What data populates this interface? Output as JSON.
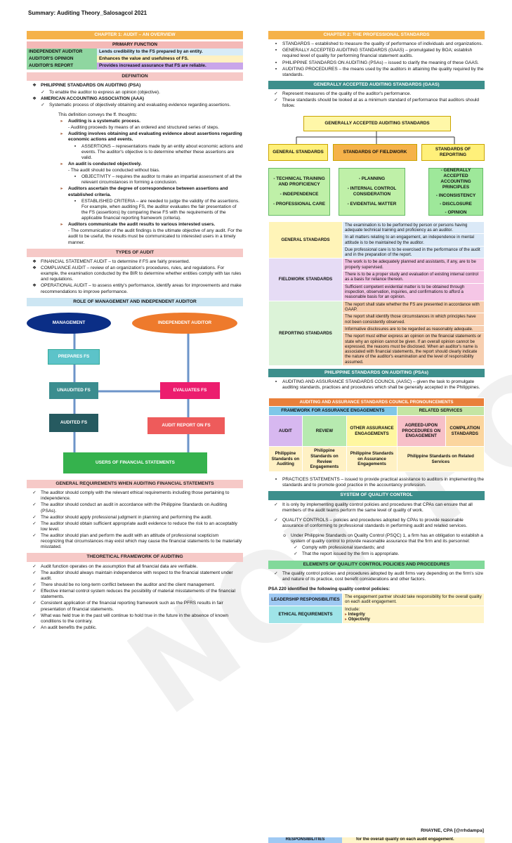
{
  "page_title": "Summary: Auditing Theory_Salosagcol 2021",
  "watermark": "NOT FOR SALE",
  "signature": "RHAYNE, CPA [@rrhdampa]",
  "ch1": "CHAPTER 1: AUDIT – AN OVERVIEW",
  "pf": {
    "title": "PRIMARY FUNCTION",
    "rows": [
      [
        "INDEPENDENT AUDITOR",
        "Lends credibility to the FS prepared by an entity."
      ],
      [
        "AUDITOR'S OPINION",
        "Enhances the value and usefulness of FS."
      ],
      [
        "AUDITOR'S REPORT",
        "Provides increased assurance that FS are reliable."
      ]
    ]
  },
  "definition": {
    "title": "DEFINITION",
    "psa": "PHILIPPINE STANDARDS ON AUDITING (PSA)",
    "psa_sub": "To enable the auditor to express an opinion (objective).",
    "aaa": "AMERICAN ACCOUNTING ASSOCIATION (AAA)",
    "aaa_sub": "Systematic process of objectively obtaining and evaluating evidence regarding assertions.",
    "conveys": "This definition conveys the ff. thoughts:",
    "t1": "Auditing is a systematic process.",
    "t1a": "- Auditing proceeds by means of an ordered and structured series of steps.",
    "t2": "Auditing involves obtaining and evaluating evidence about assertions regarding economic actions and events.",
    "t2a": "ASSERTIONS – representations made by an entity about economic actions and events. The auditor's objective is to determine whether these assertions are valid.",
    "t3": "An audit is conducted objectively.",
    "t3a": "- The audit should be conducted without bias.",
    "t3b": "OBJECTIVITY – requires the auditor to make an impartial assessment of all the relevant circumstances in forming a conclusion.",
    "t4": "Auditors ascertain the degree of correspondence between assertions and established criteria.",
    "t4a": "ESTABLISHED CRITERIA – are needed to judge the validity of the assertions. For example, when auditing FS, the auditor evaluates the fair presentation of the FS (assertions) by comparing these FS with the requirements of the applicable financial reporting framework (criteria).",
    "t5": "Auditors communicate the audit results to various interested users.",
    "t5a": "- The communication of the audit findings is the ultimate objective of any audit. For the audit to be useful, the results must be communicated to interested users in a timely manner."
  },
  "types": {
    "title": "TYPES OF AUDIT",
    "items": [
      "FINANCIAL STATEMENT AUDIT – to determine if FS are fairly presented.",
      "COMPLIANCE AUDIT – review of an organization's procedures, rules, and regulations. For example, the examination conducted by the BIR to determine whether entities comply with tax rules and regulations.",
      "OPERATIONAL AUDIT – to assess entity's performance, identify areas for improvements and make recommendations to improve performance."
    ]
  },
  "role": {
    "title": "ROLE OF MANAGEMENT AND INDEPENDENT AUDITOR",
    "management": "MANAGEMENT",
    "auditor": "INDEPENDENT AUDITOR",
    "prepares": "PREPARES FS",
    "unaudited": "UNAUDITED FS",
    "evaluates": "EVALUATES FS",
    "audited": "AUDITED FS",
    "report": "AUDIT REPORT ON FS",
    "users": "USERS OF FINANCIAL STATEMENTS"
  },
  "general_req": {
    "title": "GENERAL REQUIREMENTS WHEN AUDITING FINANCIAL STATEMENTS",
    "items": [
      "The auditor should comply with the relevant ethical requirements including those pertaining to independence.",
      "The auditor should conduct an audit in accordance with the Philippine Standards on Auditing (PSAs).",
      "The auditor should apply professional judgment in planning and performing the audit.",
      "The auditor should obtain sufficient appropriate audit evidence to reduce the risk to an acceptably low level.",
      "The auditor should plan and perform the audit with an attitude of professional scepticism recognizing that circumstances may exist which may cause the financial statements to be materially misstated."
    ]
  },
  "theory": {
    "title": "THEORETICAL FRAMEWORK OF AUDITING",
    "items": [
      "Audit function operates on the assumption that all financial data are verifiable.",
      "The auditor should always maintain independence with respect to the financial statement under audit.",
      "There should be no long-term conflict between the auditor and the client management.",
      "Effective internal control system reduces the possibility of material misstatements of the financial statements.",
      "Consistent application of the financial reporting framework such as the PFRS results in fair presentation of financial statements.",
      "What was held true in the past will continue to hold true in the future in the absence of known conditions to the contrary.",
      "An audit benefits the public."
    ]
  },
  "ch2": "CHAPTER 2: THE PROFESSIONAL STANDARDS",
  "ch2_items": [
    "STANDARDS – established to measure the quality of performance of individuals and organizations.",
    "GENERALLY ACCEPTED AUDITING STANDARDS (GAAS) – promulgated by BOA; establish required level of quality for performing financial statement audits.",
    "PHILIPPINE STANDARDS ON AUDITING (PSAs) – issued to clarify the meaning of these GAAS.",
    "AUDITING PROCEDURES – the means used by the auditors in attaining the quality required by the standards."
  ],
  "gaas": {
    "title": "GENERALLY ACCEPTED AUDITING STANDARDS (GAAS)",
    "items": [
      "Represent measures of the quality of the auditor's performance.",
      "These standards should be looked at as a minimum standard of performance that auditors should follow."
    ],
    "box": "GENERALLY ACCEPTED AUDITING STANDARDS",
    "general": "GENERAL STANDARDS",
    "fieldwork": "STANDARDS OF FIELDWORK",
    "reporting": "STANDARDS OF REPORTING",
    "g_list": [
      "- TECHNICAL TRAINING AND PROFICIENCY",
      "- INDEPENDENCE",
      "- PROFESSIONAL CARE"
    ],
    "f_list": [
      "- PLANNING",
      "- INTERNAL CONTROL CONSIDERATION",
      "- EVIDENTIAL MATTER"
    ],
    "r_list": [
      "- GENERALLY ACCEPTED ACCOUNTING PRINCIPLES",
      "- INCONSISTENCY",
      "- DISCLOSURE",
      "- OPINION"
    ]
  },
  "gtable": {
    "general": {
      "label": "GENERAL STANDARDS",
      "rows": [
        "The examination is to be performed by person or persons having adequate technical training and proficiency as an auditor.",
        "In all matters relating to an engagement, an independence in mental attitude is to be maintained by the auditor.",
        "Due professional care is to be exercised in the performance of the audit and in the preparation of the report."
      ]
    },
    "fieldwork": {
      "label": "FIELDWORK STANDARDS",
      "rows": [
        "The work is to be adequately planned and assistants, if any, are to be properly supervised.",
        "There is to be a proper study and evaluation of existing internal control as a basis for reliance thereon.",
        "Sufficient competent evidential matter is to be obtained through inspection, observation, inquiries, and confirmations to afford a reasonable basis for an opinion."
      ]
    },
    "reporting": {
      "label": "REPORTING STANDARDS",
      "rows": [
        "The report shall state whether the FS are presented in accordance with GAAP.",
        "The report shall identify those circumstances in which principles have not been consistently observed.",
        "Informative disclosures are to be regarded as reasonably adequate.",
        "The report must either express an opinion on the financial statements or state why an opinion cannot be given. If an overall opinion cannot be expressed, the reasons must be disclosed. When an auditor's name is associated with financial statements, the report should clearly indicate the nature of the auditor's examination and the level of responsibility assumed."
      ]
    }
  },
  "psas": {
    "title": "PHILIPPINE STANDARDS ON AUDITING (PSAs)",
    "item": "AUDITING AND ASSURANCE STANDARDS COUNCIL (AASC) – given the task to promulgate auditing standards, practices and procedures which shall be generally accepted in the Philippines."
  },
  "aasc": {
    "title": "AUDITING AND ASSURANCE STANDARDS COUNCIL PRONOUNCEMENTS",
    "framework": "FRAMEWORK FOR ASSURANCE ENGAGEMENTS",
    "related": "RELATED SERVICES",
    "cols": [
      "AUDIT",
      "REVIEW",
      "OTHER ASSURANCE ENGAGEMENTS",
      "AGREED-UPON PROCEDURES ON ENGAGEMENT",
      "COMPILATION STANDARDS"
    ],
    "std": [
      "Philippine Standards on Auditing",
      "Philippine Standards on Review Engagements",
      "Philippine Standards on Assurance Engagements",
      "Philippine Standards on Related Services"
    ]
  },
  "practices": "PRACTICES STATEMENTS – issued to provide practical assistance to auditors in implementing the standards and to promote good practice in the accountancy profession.",
  "sqc": {
    "title": "SYSTEM OF QUALITY CONTROL",
    "p1": "It is only by implementing quality control policies and procedures that CPAs can ensure that all members of the audit teams perform the same level of quality of work.",
    "p2": "QUALITY CONTROLS – policies and procedures adopted by CPAs to provide reasonable assurance of conforming to professional standards in performing audit and related services.",
    "p3": "Under Philippine Standards on Quality Control (PSQC) 1, a firm has an obligation to establish a system of quality control to provide reasonable assurance that the firm and its personnel:",
    "p3a": "Comply with professional standards; and",
    "p3b": "That the report issued by the firm is appropriate."
  },
  "elements": {
    "title": "ELEMENTS OF QUALITY CONTROL POLICIES AND PROCEDURES",
    "p1": "The quality control policies and procedures adopted by audit firms vary depending on the firm's size and nature of its practice, cost benefit considerations and other factors.",
    "psa220": "PSA 220 identified the following quality control policies:",
    "r1l": "LEADERSHIP RESPONSIBILITIES",
    "r1": "The engagement partner should take responsibility for the overall quality on each audit engagement.",
    "r2l": "ETHICAL REQUIREMENTS",
    "r2": "Include:",
    "r2a": "Integrity",
    "r2b": "Objectivity",
    "cut_label": "RESPONSIBILITIES",
    "cut_text": "for the overall quality on each audit engagement."
  },
  "colors": {
    "orange": "#f5b24a",
    "teal": "#3d8f8c",
    "pink": "#f6c9c7"
  }
}
